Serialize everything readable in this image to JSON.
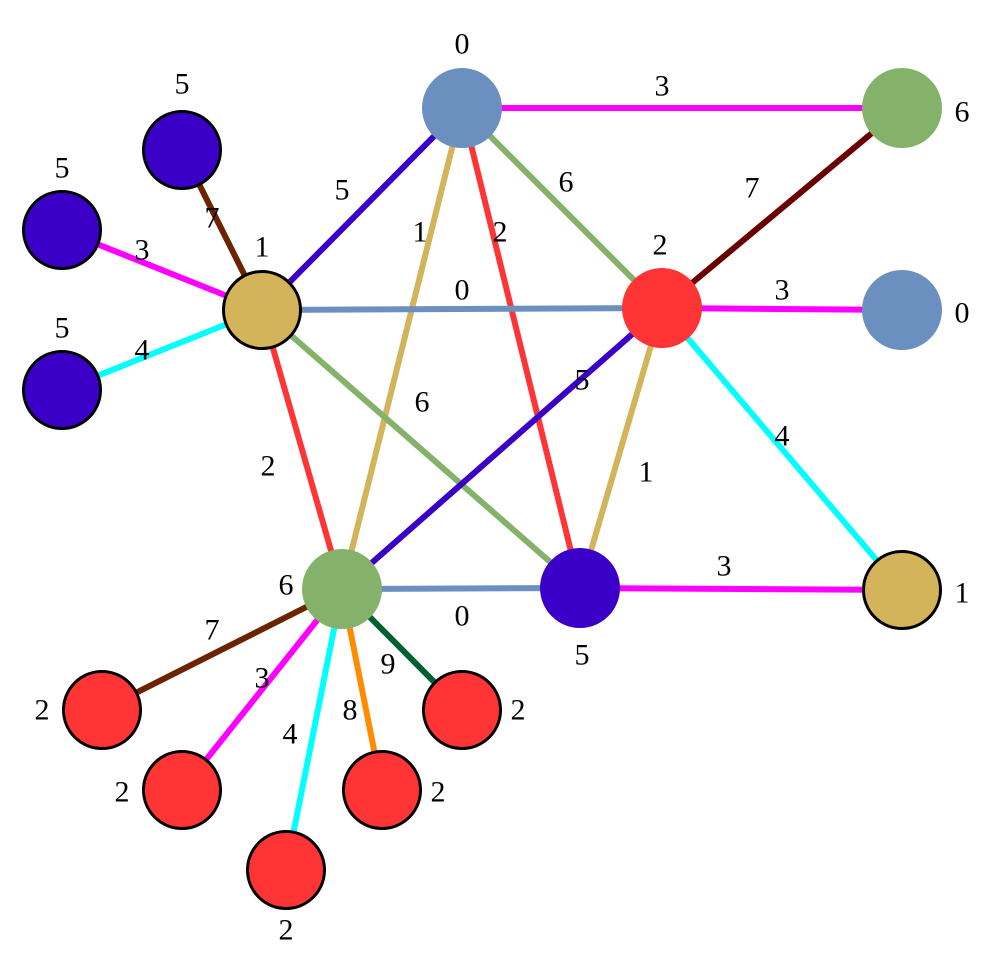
{
  "colors": {
    "c0": "#6b8fbf",
    "c1": "#d4b45a",
    "c2": "#ff3535",
    "c5": "#3a00c8",
    "c6": "#85b26a",
    "dark_red": "#6b0000",
    "brown": "#6b2400",
    "magenta": "#ff00ff",
    "cyan": "#00ffff",
    "orange": "#ff8c00",
    "dark_green": "#006030",
    "label": "#000000",
    "outline": "#000000"
  },
  "nodes": [
    {
      "id": "n0",
      "label": "0",
      "color": "c0",
      "outlined": false
    },
    {
      "id": "n1",
      "label": "1",
      "color": "c1",
      "outlined": true
    },
    {
      "id": "n2",
      "label": "2",
      "color": "c2",
      "outlined": false
    },
    {
      "id": "n5",
      "label": "5",
      "color": "c5",
      "outlined": false
    },
    {
      "id": "n6",
      "label": "6",
      "color": "c6",
      "outlined": false
    },
    {
      "id": "r6",
      "label": "6",
      "color": "c6",
      "outlined": false
    },
    {
      "id": "r0",
      "label": "0",
      "color": "c0",
      "outlined": false
    },
    {
      "id": "r1",
      "label": "1",
      "color": "c1",
      "outlined": true
    },
    {
      "id": "p5a",
      "label": "5",
      "color": "c5",
      "outlined": true
    },
    {
      "id": "p5b",
      "label": "5",
      "color": "c5",
      "outlined": true
    },
    {
      "id": "p5c",
      "label": "5",
      "color": "c5",
      "outlined": true
    },
    {
      "id": "p2a",
      "label": "2",
      "color": "c2",
      "outlined": true
    },
    {
      "id": "p2b",
      "label": "2",
      "color": "c2",
      "outlined": true
    },
    {
      "id": "p2c",
      "label": "2",
      "color": "c2",
      "outlined": true
    },
    {
      "id": "p2d",
      "label": "2",
      "color": "c2",
      "outlined": true
    },
    {
      "id": "p2e",
      "label": "2",
      "color": "c2",
      "outlined": true
    }
  ],
  "edges": [
    {
      "from": "n0",
      "to": "r6",
      "label": "3",
      "color": "magenta"
    },
    {
      "from": "n0",
      "to": "n1",
      "label": "5",
      "color": "c5"
    },
    {
      "from": "n0",
      "to": "n2",
      "label": "6",
      "color": "c6"
    },
    {
      "from": "n0",
      "to": "n6",
      "label": "1",
      "color": "c1"
    },
    {
      "from": "n0",
      "to": "n5",
      "label": "2",
      "color": "c2"
    },
    {
      "from": "n1",
      "to": "n2",
      "label": "0",
      "color": "c0"
    },
    {
      "from": "n1",
      "to": "n5",
      "label": "6",
      "color": "c6"
    },
    {
      "from": "n1",
      "to": "n6",
      "label": "2",
      "color": "c2"
    },
    {
      "from": "n1",
      "to": "p5a",
      "label": "7",
      "color": "brown"
    },
    {
      "from": "n1",
      "to": "p5b",
      "label": "3",
      "color": "magenta"
    },
    {
      "from": "n1",
      "to": "p5c",
      "label": "4",
      "color": "cyan"
    },
    {
      "from": "n2",
      "to": "r6",
      "label": "7",
      "color": "dark_red"
    },
    {
      "from": "n2",
      "to": "r0",
      "label": "3",
      "color": "magenta"
    },
    {
      "from": "n2",
      "to": "r1",
      "label": "4",
      "color": "cyan"
    },
    {
      "from": "n2",
      "to": "n6",
      "label": "5",
      "color": "c5"
    },
    {
      "from": "n2",
      "to": "n5",
      "label": "1",
      "color": "c1"
    },
    {
      "from": "n5",
      "to": "n6",
      "label": "0",
      "color": "c0"
    },
    {
      "from": "n5",
      "to": "r1",
      "label": "3",
      "color": "magenta"
    },
    {
      "from": "n6",
      "to": "p2a",
      "label": "7",
      "color": "brown"
    },
    {
      "from": "n6",
      "to": "p2b",
      "label": "3",
      "color": "magenta"
    },
    {
      "from": "n6",
      "to": "p2c",
      "label": "4",
      "color": "cyan"
    },
    {
      "from": "n6",
      "to": "p2d",
      "label": "8",
      "color": "orange"
    },
    {
      "from": "n6",
      "to": "p2e",
      "label": "9",
      "color": "dark_green"
    }
  ]
}
